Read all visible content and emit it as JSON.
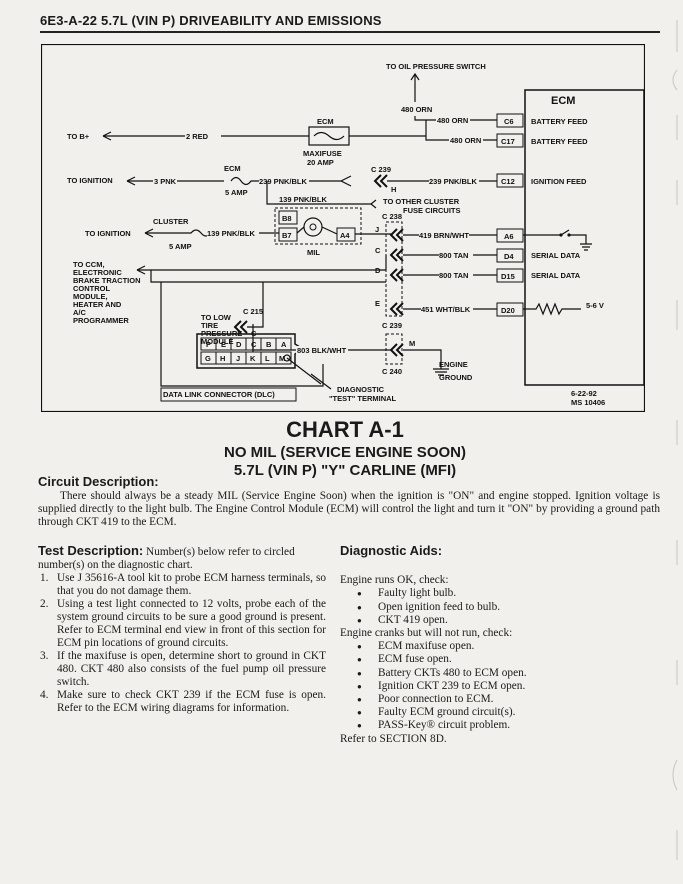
{
  "header": {
    "text": "6E3-A-22  5.7L  (VIN P)  DRIVEABILITY AND EMISSIONS"
  },
  "diagram": {
    "labels": {
      "oil_switch": "TO OIL PRESSURE SWITCH",
      "ecm_box": "ECM",
      "wire_480_orn": "480 ORN",
      "wire_480_orn_2": "480 ORN",
      "wire_480_orn_3": "480 ORN",
      "ecm_fuse": "ECM",
      "to_b_plus": "TO B+",
      "wire_2_red": "2 RED",
      "maxifuse": "MAXIFUSE",
      "maxifuse_amp": "20 AMP",
      "c239": "C 239",
      "h": "H",
      "to_ignition": "TO IGNITION",
      "wire_3_pnk": "3 PNK",
      "ecm_fuse2": "ECM",
      "amp5": "5 AMP",
      "wire_239_a": "239 PNK/BLK",
      "wire_239_b": "239 PNK/BLK",
      "wire_139_a": "139 PNK/BLK",
      "to_other_cluster": "TO OTHER CLUSTER",
      "fuse_circuits": "FUSE CIRCUITS",
      "cluster": "CLUSTER",
      "to_ignition2": "TO IGNITION",
      "wire_139_b": "139 PNK/BLK",
      "amp5b": "5 AMP",
      "b8": "B8",
      "b7": "B7",
      "a4": "A4",
      "mil": "MIL",
      "c238": "C 238",
      "j": "J",
      "c": "C",
      "d": "D",
      "e": "E",
      "wire_419": "419 BRN/WHT",
      "wire_800_a": "800 TAN",
      "wire_800_b": "800 TAN",
      "wire_451": "451 WHT/BLK",
      "c239b": "C 239",
      "to_ccm": [
        "TO CCM,",
        "ELECTRONIC",
        "BRAKE TRACTION",
        "CONTROL",
        "MODULE,",
        "HEATER AND",
        "A/C",
        "PROGRAMMER"
      ],
      "to_low": "TO LOW",
      "tire": "TIRE",
      "pressure": "PRESSURE",
      "module": "MODULE",
      "c215": "C 215",
      "c_small": "C",
      "wire_803": "803 BLK/WHT",
      "m": "M",
      "c240": "C 240",
      "engine": "ENGINE",
      "ground": "GROUND",
      "diagnostic": "DIAGNOSTIC",
      "test_terminal": "\"TEST\" TERMINAL",
      "dlc": "DATA LINK CONNECTOR (DLC)",
      "conn_top": [
        "F",
        "E",
        "D",
        "C",
        "B",
        "A"
      ],
      "conn_bot": [
        "G",
        "H",
        "J",
        "K",
        "L",
        "M"
      ],
      "ecm_main": "ECM",
      "pin_c6": "C6",
      "pin_c17": "C17",
      "pin_c12": "C12",
      "pin_a6": "A6",
      "pin_d4": "D4",
      "pin_d15": "D15",
      "pin_d20": "D20",
      "battery_feed_1": "BATTERY FEED",
      "battery_feed_2": "BATTERY FEED",
      "ignition_feed": "IGNITION FEED",
      "serial_data_1": "SERIAL DATA",
      "serial_data_2": "SERIAL DATA",
      "volts": "5-6 V",
      "date": "6-22-92",
      "ms": "MS 10406"
    }
  },
  "title": {
    "chart": "CHART A-1",
    "line1": "NO MIL (SERVICE ENGINE SOON)",
    "line2": "5.7L  (VIN P)  \"Y\"  CARLINE  (MFI)"
  },
  "circuit": {
    "heading": "Circuit Description:",
    "body": "There should always be a steady MIL (Service Engine Soon) when the ignition is \"ON\" and engine stopped. Ignition voltage is supplied directly to the light bulb. The Engine Control Module (ECM) will control the light and turn it \"ON\" by providing a ground path through CKT 419 to the ECM."
  },
  "test": {
    "heading": "Test Description:",
    "intro": "Number(s) below refer to circled number(s) on the diagnostic chart.",
    "items": [
      {
        "n": "1.",
        "text": "Use J 35616-A tool kit to probe ECM harness terminals, so that you do not damage them."
      },
      {
        "n": "2.",
        "text": "Using a test light connected to 12 volts, probe each of the system ground circuits to be sure a good ground is present. Refer to ECM terminal end view in front of this section for ECM pin locations of ground circuits."
      },
      {
        "n": "3.",
        "text": "If the maxifuse is open, determine short to ground in CKT 480. CKT 480 also consists of the fuel pump oil pressure switch."
      },
      {
        "n": "4.",
        "text": "Make sure to check CKT 239 if the ECM fuse is open. Refer to the ECM wiring diagrams for information."
      }
    ]
  },
  "diag": {
    "heading": "Diagnostic Aids:",
    "runs_ok": "Engine runs OK, check:",
    "runs_ok_items": [
      "Faulty light bulb.",
      "Open ignition feed to bulb.",
      "CKT 419 open."
    ],
    "cranks": "Engine cranks but will not run, check:",
    "cranks_items": [
      "ECM maxifuse open.",
      "ECM fuse open.",
      "Battery CKTs 480 to ECM open.",
      "Ignition CKT 239 to ECM open.",
      "Poor connection to ECM.",
      "Faulty ECM ground circuit(s).",
      "PASS-Key® circuit problem."
    ],
    "refer": "Refer to SECTION 8D."
  }
}
